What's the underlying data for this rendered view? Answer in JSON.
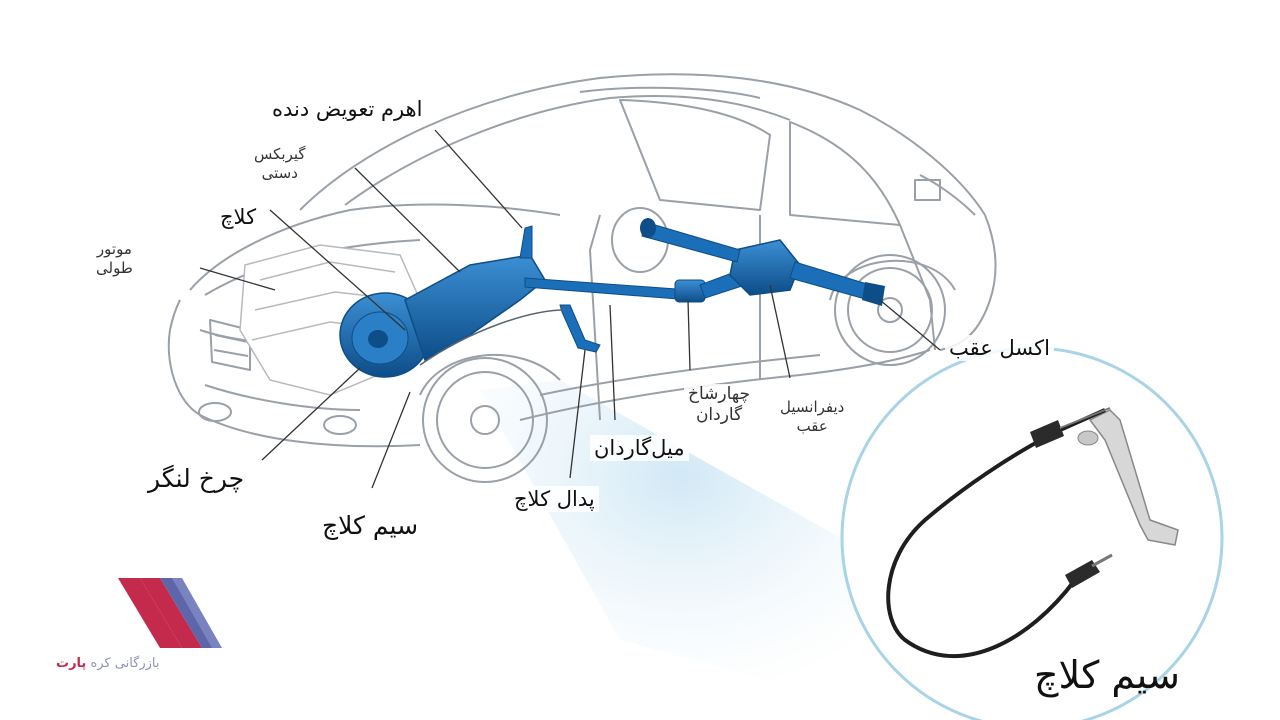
{
  "labels": {
    "shift_lever": "اهرم تعویض دنده",
    "manual_gearbox_line1": "گیربکس",
    "manual_gearbox_line2": "دستی",
    "clutch": "کلاچ",
    "engine_line1": "موتور",
    "engine_line2": "طولی",
    "flywheel": "چرخ لنگر",
    "clutch_cable": "سیم کلاچ",
    "clutch_pedal": "پدال کلاچ",
    "driveshaft": "میل‌گاردان",
    "universal_joint_line1": "چهارشاخ",
    "universal_joint_line2": "گاردان",
    "rear_differential_line1": "دیفرانسیل",
    "rear_differential_line2": "عقب",
    "rear_axle": "اکسل عقب"
  },
  "inset": {
    "title": "سیم کلاچ"
  },
  "logo": {
    "text_part1": "بازرگانی کره",
    "text_part2": "پارت"
  },
  "colors": {
    "drivetrain": "#1a6fb8",
    "drivetrain_dark": "#0d4d88",
    "outline": "#9aa0a8",
    "inset_ring": "#a9d3e6",
    "logo_red": "#c42a4c",
    "logo_blue": "#5d66a8"
  }
}
